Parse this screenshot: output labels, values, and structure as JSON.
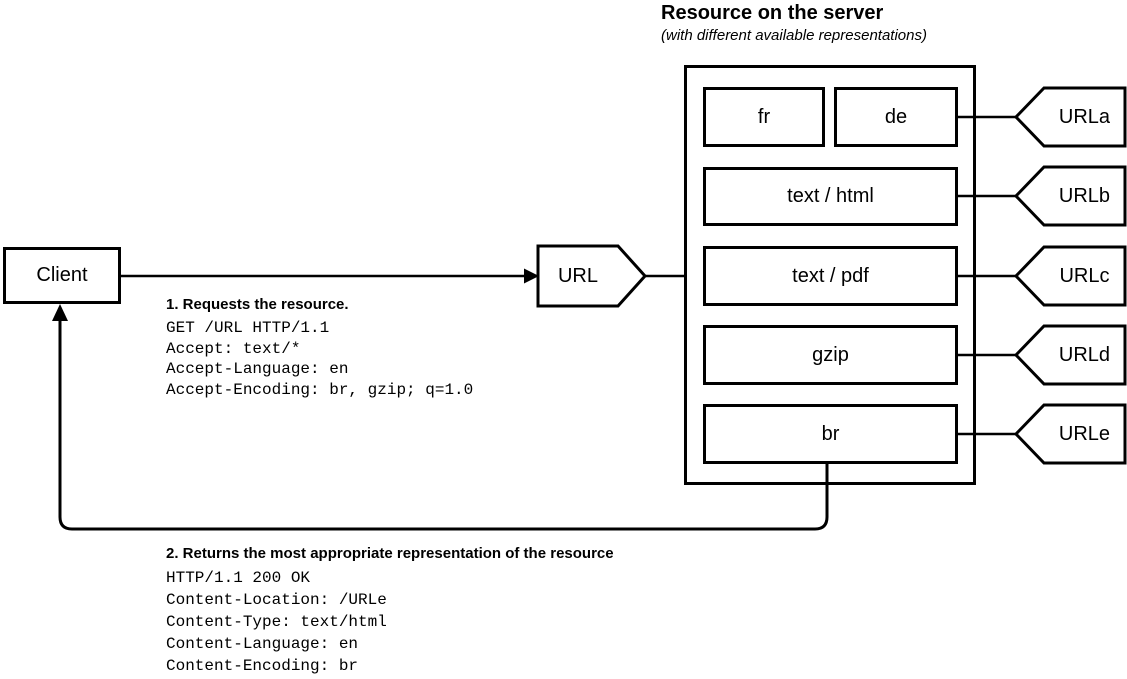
{
  "title": "Resource on the server",
  "subtitle": "(with different available representations)",
  "client": {
    "label": "Client"
  },
  "url_node": {
    "label": "URL"
  },
  "request": {
    "heading": "1. Requests the resource.",
    "lines": [
      "GET /URL HTTP/1.1",
      "Accept: text/*",
      "Accept-Language: en",
      "Accept-Encoding: br, gzip; q=1.0"
    ]
  },
  "response": {
    "heading": "2. Returns the most appropriate representation of the resource",
    "lines": [
      "HTTP/1.1 200 OK",
      "Content-Location: /URLe",
      "Content-Type: text/html",
      "Content-Language: en",
      "Content-Encoding: br"
    ]
  },
  "server": {
    "representations": [
      {
        "label": "fr"
      },
      {
        "label": "de"
      },
      {
        "label": "text / html"
      },
      {
        "label": "text / pdf"
      },
      {
        "label": "gzip"
      },
      {
        "label": "br"
      }
    ]
  },
  "url_tags": [
    {
      "label": "URLa"
    },
    {
      "label": "URLb"
    },
    {
      "label": "URLc"
    },
    {
      "label": "URLd"
    },
    {
      "label": "URLe"
    }
  ],
  "colors": {
    "stroke": "#000000",
    "background": "#ffffff",
    "text": "#000000"
  }
}
